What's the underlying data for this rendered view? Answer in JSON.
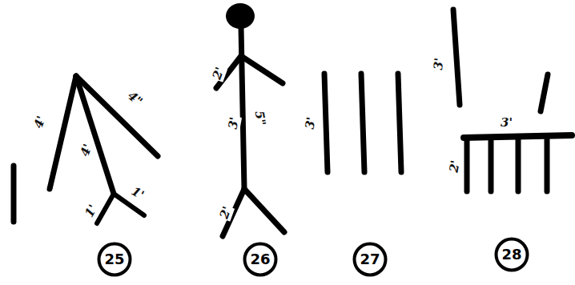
{
  "diagram": {
    "nodes": [
      {
        "text": [
          "25"
        ]
      },
      {
        "text": [
          "26"
        ]
      },
      {
        "text": [
          "27"
        ]
      },
      {
        "text": [
          "28"
        ]
      }
    ],
    "edges": [],
    "labels": [
      "4'",
      "4'",
      "4\"",
      "1'",
      "1'",
      "2'",
      "3'",
      "5\"",
      "2'",
      "3'",
      "3'",
      "3'",
      "2'"
    ]
  }
}
